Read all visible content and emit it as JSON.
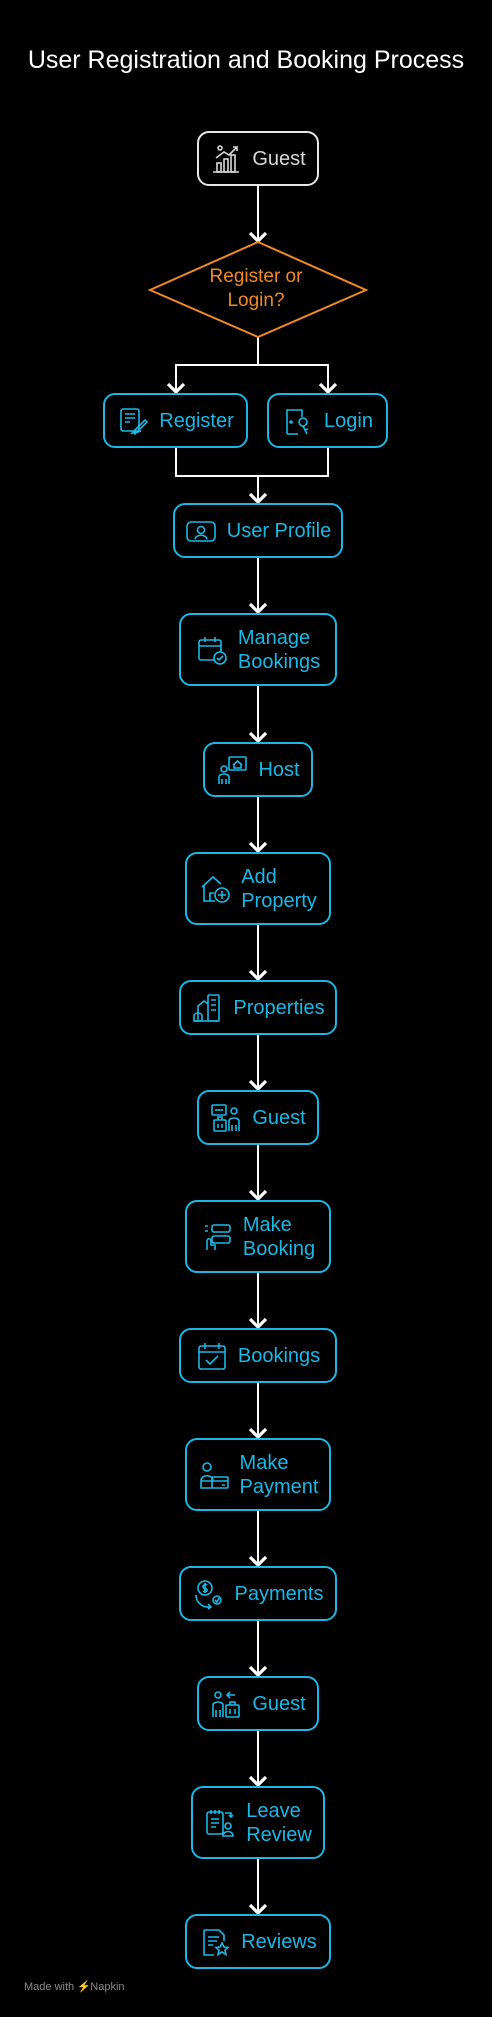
{
  "title": "User Registration and Booking Process",
  "colors": {
    "accent": "#1ab8e6",
    "decision": "#f08a24",
    "start": "#e8e8e8",
    "line": "#ffffff"
  },
  "nodes": {
    "guest_start": {
      "label": "Guest",
      "icon": "growth-person-icon"
    },
    "decision": {
      "line1": "Register or",
      "line2": "Login?"
    },
    "register": {
      "label": "Register",
      "icon": "signup-form-icon"
    },
    "login": {
      "label": "Login",
      "icon": "door-key-icon"
    },
    "user_profile": {
      "label": "User Profile",
      "icon": "profile-card-icon"
    },
    "manage_bookings": {
      "line1": "Manage",
      "line2": "Bookings",
      "icon": "calendar-check-icon"
    },
    "host": {
      "label": "Host",
      "icon": "host-house-icon"
    },
    "add_property": {
      "line1": "Add",
      "line2": "Property",
      "icon": "house-plus-icon"
    },
    "properties": {
      "label": "Properties",
      "icon": "buildings-icon"
    },
    "guest_mid": {
      "label": "Guest",
      "icon": "traveler-luggage-icon"
    },
    "make_booking": {
      "line1": "Make",
      "line2": "Booking",
      "icon": "booking-form-icon"
    },
    "bookings": {
      "label": "Bookings",
      "icon": "calendar-tick-icon"
    },
    "make_payment": {
      "line1": "Make",
      "line2": "Payment",
      "icon": "person-card-icon"
    },
    "payments": {
      "label": "Payments",
      "icon": "coin-cycle-icon"
    },
    "guest_end": {
      "label": "Guest",
      "icon": "traveler-bags-icon"
    },
    "leave_review": {
      "line1": "Leave",
      "line2": "Review",
      "icon": "review-badge-icon"
    },
    "reviews": {
      "label": "Reviews",
      "icon": "document-star-icon"
    }
  },
  "footer": {
    "made_with": "Made with",
    "brand": "Napkin"
  }
}
